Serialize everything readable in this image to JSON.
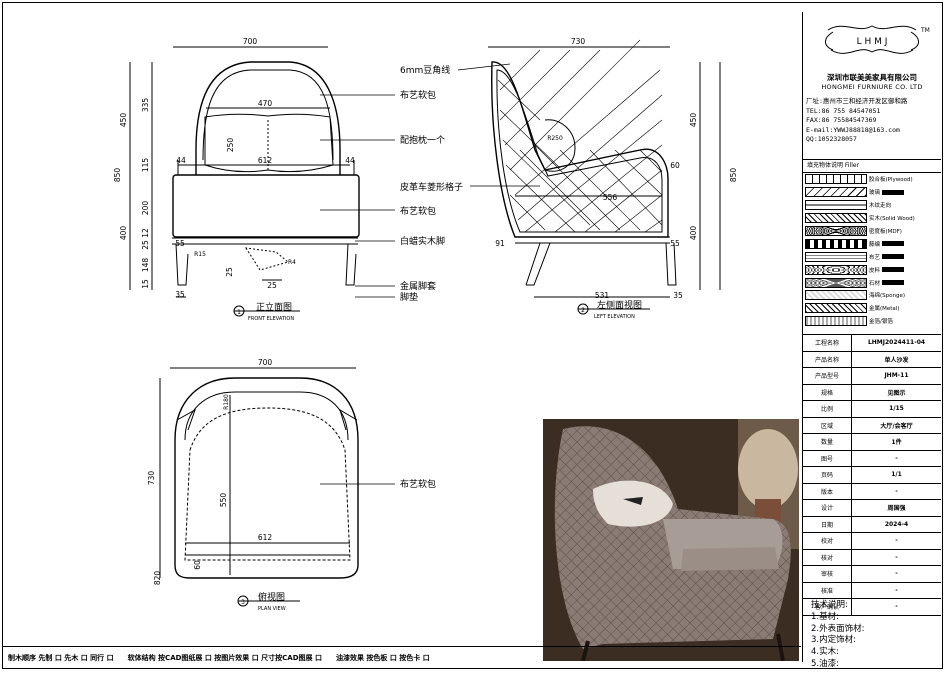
{
  "brand": {
    "name_cn": "深圳市联美美家具有限公司",
    "name_en": "HONGMEI FURNIURE CO. LTD",
    "logo_text": "L H M J",
    "tm": "TM"
  },
  "contact": {
    "address": "厂址:惠州市三和经济开发区御和路",
    "tel": "TEL:86 755 84547051",
    "fax": "FAX:86 75584547369",
    "email": "E-mail:YWWJ88818@163.com",
    "qq": "QQ:1052328057"
  },
  "filler": {
    "title": "填充物体说明  Filler",
    "items": [
      {
        "label": "胶合板(Plywood)",
        "black": false
      },
      {
        "label": "玻璃",
        "black": true
      },
      {
        "label": "木纹走向",
        "black": false
      },
      {
        "label": "实木(Solid Wood)",
        "black": false
      },
      {
        "label": "密度板(MDF)",
        "black": false
      },
      {
        "label": "藤编",
        "black": true
      },
      {
        "label": "布艺",
        "black": true
      },
      {
        "label": "皮料",
        "black": true
      },
      {
        "label": "石材",
        "black": true
      },
      {
        "label": "海绵(Sponge)",
        "black": false
      },
      {
        "label": "金属(Metal)",
        "black": false
      },
      {
        "label": "金箔/银箔",
        "black": false
      }
    ]
  },
  "info": [
    {
      "k": "工程名称",
      "v": "LHMJ2024411-04"
    },
    {
      "k": "产品名称",
      "v": "单人沙发"
    },
    {
      "k": "产品型号",
      "v": "JHM-11"
    },
    {
      "k": "规格",
      "v": "见图示"
    },
    {
      "k": "比例",
      "v": "1/15"
    },
    {
      "k": "区域",
      "v": "大厅/会客厅"
    },
    {
      "k": "数量",
      "v": "1件"
    },
    {
      "k": "图号",
      "v": "-"
    },
    {
      "k": "页码",
      "v": "1/1"
    },
    {
      "k": "版本",
      "v": "-"
    },
    {
      "k": "设计",
      "v": "周国强"
    },
    {
      "k": "日期",
      "v": "2024-4"
    },
    {
      "k": "校对",
      "v": "-"
    },
    {
      "k": "核对",
      "v": "-"
    },
    {
      "k": "审核",
      "v": "-"
    },
    {
      "k": "核准",
      "v": "-"
    },
    {
      "k": "客户确认",
      "v": "-"
    }
  ],
  "tech": {
    "title": "技术说明:",
    "lines": [
      "1.基材:",
      "2.外表面饰材:",
      "3.内定饰材:",
      "4.实木:",
      "5.油漆:"
    ]
  },
  "bottom": [
    "制木顺序  先制 口  先木 口  同行 口",
    "软体结构  按CAD图纸展 口  按图片效果 口  尺寸按CAD图展 口",
    "油漆效果  按色板 口  按色卡 口"
  ],
  "views": {
    "front": {
      "title": "正立面图",
      "subtitle": "FRONT ELEVATION",
      "num": "1"
    },
    "left": {
      "title": "左侧面视图",
      "subtitle": "LEFT ELEVATION",
      "num": "2"
    },
    "plan": {
      "title": "俯视图",
      "subtitle": "PLAN VIEW",
      "num": "3"
    }
  },
  "annotations": {
    "bead": "6mm豆角线",
    "fabric1": "布艺软包",
    "pillow": "配抱枕一个",
    "leather": "皮革车菱形格子",
    "fabric2": "布艺软包",
    "legs": "白蜡实木脚",
    "sleeve": "金属脚套",
    "pad": "脚垫",
    "fabric3": "布艺软包"
  },
  "dims": {
    "front": {
      "top_w": "700",
      "pillow_w": "470",
      "seat_w": "612",
      "arm_l": "44",
      "arm_r": "44",
      "h_total": "850",
      "h_upper": "450",
      "h_lower": "400",
      "h335": "335",
      "h115": "115",
      "h200": "200",
      "h12": "12",
      "h25": "25",
      "h148": "148",
      "h15": "15",
      "d55": "55",
      "pil_h": "250",
      "leg_d": "35",
      "r15": "R15",
      "r4": "R4",
      "s25a": "25",
      "s25b": "25"
    },
    "left": {
      "top_w": "730",
      "seat_d": "556",
      "d91": "91",
      "d55": "55",
      "h60": "60",
      "h_total": "850",
      "h450": "450",
      "h400": "400",
      "r250": "R250",
      "base": "531",
      "leg": "35"
    },
    "plan": {
      "top_w": "700",
      "depth": "730",
      "d550": "550",
      "w612": "612",
      "r180": "R180",
      "d60": "60",
      "d20": "820"
    }
  }
}
